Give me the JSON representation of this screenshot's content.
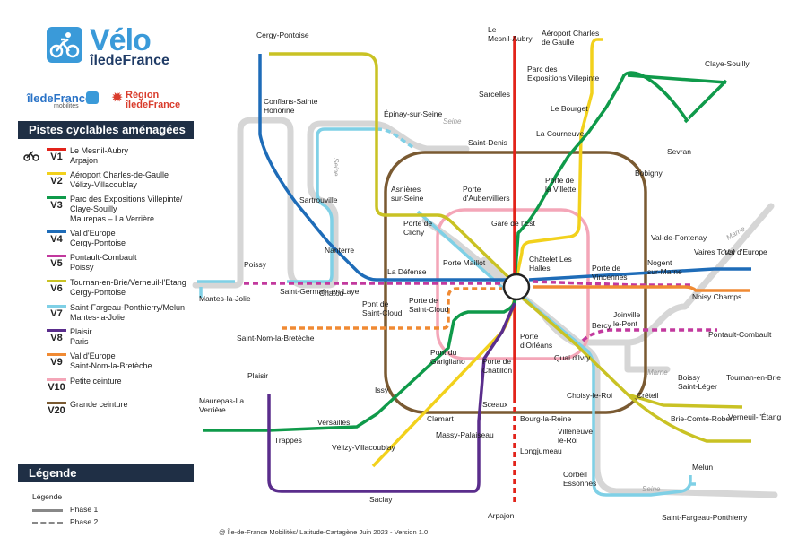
{
  "brand": {
    "title": "Vélo",
    "subtitle": "îledeFrance",
    "partner_1": "îledeFrance",
    "partner_1_sub": "mobilités",
    "partner_2_line1": "Région",
    "partner_2_line2": "îledeFrance"
  },
  "legend": {
    "heading": "Pistes cyclables aménagées",
    "routes": [
      {
        "code": "V1",
        "color": "#e2231a",
        "lines": [
          "Le Mesnil-Aubry",
          "Arpajon"
        ]
      },
      {
        "code": "V2",
        "color": "#f2d11c",
        "lines": [
          "Aéroport Charles-de-Gaulle",
          "Vélizy-Villacoublay"
        ]
      },
      {
        "code": "V3",
        "color": "#0f9a4a",
        "lines": [
          "Parc des Expositions Villepinte/",
          "Claye-Souilly",
          "Maurepas – La Verrière"
        ]
      },
      {
        "code": "V4",
        "color": "#1e6cb8",
        "lines": [
          "Val d'Europe",
          "Cergy-Pontoise"
        ]
      },
      {
        "code": "V5",
        "color": "#c2399e",
        "lines": [
          "Pontault-Combault",
          "Poissy"
        ]
      },
      {
        "code": "V6",
        "color": "#c9c224",
        "lines": [
          "Tournan-en-Brie/Verneuil-l'Etang",
          "Cergy-Pontoise"
        ]
      },
      {
        "code": "V7",
        "color": "#7fd0e6",
        "lines": [
          "Saint-Fargeau-Ponthierry/Melun",
          "Mantes-la-Jolie"
        ]
      },
      {
        "code": "V8",
        "color": "#5a2d8c",
        "lines": [
          "Plaisir",
          "Paris"
        ]
      },
      {
        "code": "V9",
        "color": "#f08a33",
        "lines": [
          "Val d'Europe",
          "Saint-Nom-la-Bretèche"
        ]
      },
      {
        "code": "V10",
        "color": "#f4a6b8",
        "lines": [
          "Petite ceinture"
        ]
      },
      {
        "code": "V20",
        "color": "#7a5a32",
        "lines": [
          "Grande ceinture"
        ]
      }
    ],
    "key_heading": "Légende",
    "key_title": "Légende",
    "phase_1": "Phase 1",
    "phase_2": "Phase 2"
  },
  "rivers": {
    "north": "Seine",
    "west": "Seine",
    "marne_east": "Marne",
    "marne_south": "Marne",
    "south": "Seine"
  },
  "stations": [
    {
      "name": "Le Mesnil-Aubry"
    },
    {
      "name": "Sarcelles"
    },
    {
      "name": "Saint-Denis"
    },
    {
      "name": "Porte d'Aubervilliers"
    },
    {
      "name": "Gare de l'Est"
    },
    {
      "name": "Châtelet Les Halles"
    },
    {
      "name": "Aéroport Charles de Gaulle"
    },
    {
      "name": "Parc des Expositions Villepinte"
    },
    {
      "name": "Le Bourget"
    },
    {
      "name": "La Courneuve"
    },
    {
      "name": "Porte de la Villette"
    },
    {
      "name": "Bobigny"
    },
    {
      "name": "Sevran"
    },
    {
      "name": "Claye-Souilly"
    },
    {
      "name": "Val-de-Fontenay"
    },
    {
      "name": "Porte de Vincennes"
    },
    {
      "name": "Nogent sur-Marne"
    },
    {
      "name": "Vaires Torcy"
    },
    {
      "name": "Val d'Europe"
    },
    {
      "name": "Noisy Champs"
    },
    {
      "name": "Joinville le-Pont"
    },
    {
      "name": "Pontault-Combault"
    },
    {
      "name": "Bercy"
    },
    {
      "name": "Quai d'Ivry"
    },
    {
      "name": "Porte d'Orléans"
    },
    {
      "name": "Porte de Châtillon"
    },
    {
      "name": "Pont du Garigliano"
    },
    {
      "name": "Pont de Saint-Cloud"
    },
    {
      "name": "Porte de Saint-Cloud"
    },
    {
      "name": "Porte Maillot"
    },
    {
      "name": "Porte de Clichy"
    },
    {
      "name": "Asnières sur-Seine"
    },
    {
      "name": "La Défense"
    },
    {
      "name": "Nanterre"
    },
    {
      "name": "Chatou"
    },
    {
      "name": "Saint-Germain-en-Laye"
    },
    {
      "name": "Sartrouville"
    },
    {
      "name": "Poissy"
    },
    {
      "name": "Mantes-la-Jolie"
    },
    {
      "name": "Cergy-Pontoise"
    },
    {
      "name": "Conflans-Sainte Honorine"
    },
    {
      "name": "Épinay-sur-Seine"
    },
    {
      "name": "Saint-Nom-la-Bretèche"
    },
    {
      "name": "Issy"
    },
    {
      "name": "Versailles"
    },
    {
      "name": "Plaisir"
    },
    {
      "name": "Maurepas-La Verrière"
    },
    {
      "name": "Trappes"
    },
    {
      "name": "Clamart"
    },
    {
      "name": "Vélizy-Villacoublay"
    },
    {
      "name": "Sceaux"
    },
    {
      "name": "Massy-Palaiseau"
    },
    {
      "name": "Saclay"
    },
    {
      "name": "Bourg-la-Reine"
    },
    {
      "name": "Longjumeau"
    },
    {
      "name": "Arpajon"
    },
    {
      "name": "Choisy-le-Roi"
    },
    {
      "name": "Villeneuve le-Roi"
    },
    {
      "name": "Corbeil Essonnes"
    },
    {
      "name": "Créteil"
    },
    {
      "name": "Boissy Saint-Léger"
    },
    {
      "name": "Brie-Comte-Robert"
    },
    {
      "name": "Tournan-en-Brie"
    },
    {
      "name": "Verneuil-l'Étang"
    },
    {
      "name": "Melun"
    },
    {
      "name": "Saint-Fargeau-Ponthierry"
    }
  ],
  "credit": "@ Île-de-France Mobilités/ Latitude-Cartagène Juin 2023 - Version 1.0"
}
